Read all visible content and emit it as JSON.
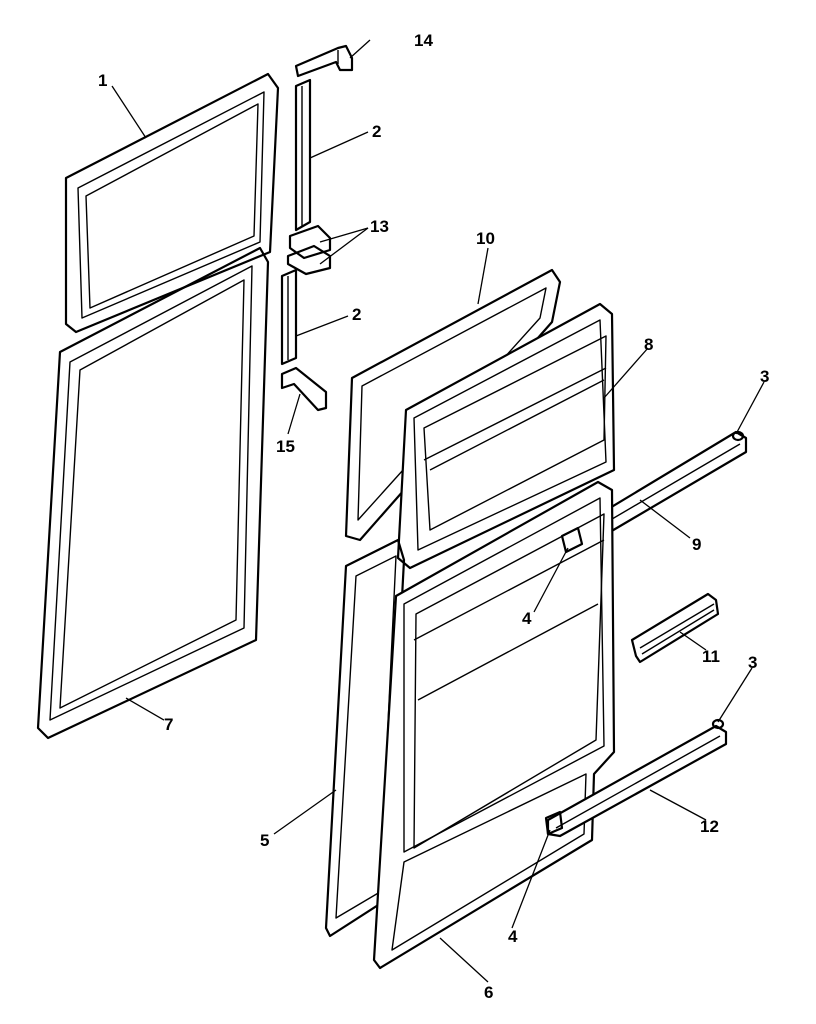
{
  "callouts": {
    "c1": "1",
    "c2a": "2",
    "c2b": "2",
    "c3a": "3",
    "c3b": "3",
    "c4a": "4",
    "c4b": "4",
    "c5": "5",
    "c6": "6",
    "c7": "7",
    "c8": "8",
    "c9": "9",
    "c10": "10",
    "c11": "11",
    "c12": "12",
    "c13": "13",
    "c14": "14",
    "c15": "15"
  }
}
